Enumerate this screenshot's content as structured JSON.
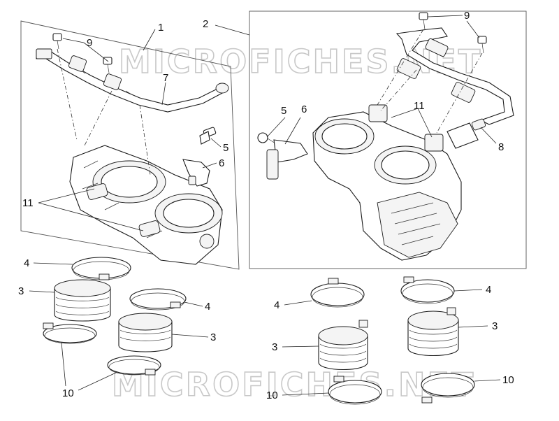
{
  "watermark": {
    "text": "MICROFICHES.NET"
  },
  "callouts": {
    "c1": "1",
    "c2": "2",
    "l9a": "9",
    "l7": "7",
    "l5a": "5",
    "l6a": "6",
    "l11a": "11",
    "l4a": "4",
    "l3a": "3",
    "l4b": "4",
    "l3b": "3",
    "l10a": "10",
    "l9b": "9",
    "l5b": "5",
    "l6b": "6",
    "l11b": "11",
    "l8": "8",
    "l4c": "4",
    "l4d": "4",
    "l3c": "3",
    "l3d": "3",
    "l10b": "10",
    "l10c": "10"
  }
}
